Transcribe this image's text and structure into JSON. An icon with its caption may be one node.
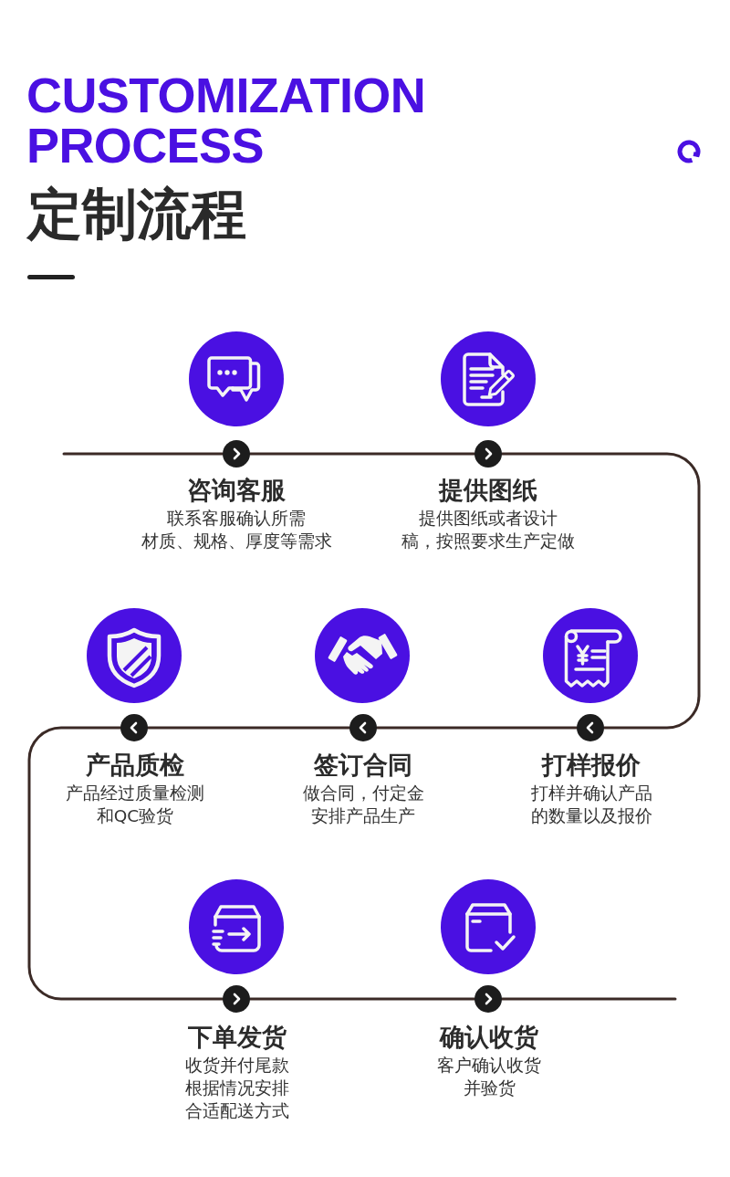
{
  "diagram": {
    "title": "CUSTOMIZATION PROCESS",
    "nodes": [
      {
        "text": [],
        "shape": "circle"
      },
      {
        "text": [
          "咨询客服",
          "联系客服确认所需材质、规格、厚度等需求"
        ]
      },
      {
        "text": [],
        "shape": "circle"
      },
      {
        "text": [
          "提供图纸",
          "提供图纸或者设计稿，按照要求生产定做"
        ]
      },
      {
        "text": [],
        "shape": "circle"
      },
      {
        "text": [
          "打样报价",
          "打样并确认产品的数量以及报价"
        ]
      },
      {
        "text": [],
        "shape": "circle"
      },
      {
        "text": [
          "签订合同",
          "做合同，付定金安排产品生产"
        ]
      },
      {
        "text": [],
        "shape": "circle"
      },
      {
        "text": [
          "产品质检",
          "产品经过质量检测和QC验货"
        ]
      },
      {
        "text": [],
        "shape": "circle"
      },
      {
        "text": [
          "下单发货",
          "收货并付尾款根据情况安排合适配送方式"
        ]
      },
      {
        "text": [],
        "shape": "circle"
      },
      {
        "text": [
          "确认收货",
          "客户确认收货并验货"
        ]
      }
    ],
    "edges": [
      {
        "from": null,
        "to": 0,
        "arrow": "none"
      },
      {
        "from": 0,
        "to": 2,
        "arrow": "none"
      },
      {
        "from": 2,
        "to": 4,
        "arrow": "none"
      },
      {
        "from": 4,
        "to": 6,
        "arrow": "none"
      },
      {
        "from": 6,
        "to": 8,
        "arrow": "none"
      },
      {
        "from": 8,
        "to": 10,
        "arrow": "none"
      },
      {
        "from": 10,
        "to": 12,
        "arrow": "none"
      },
      {
        "from": 12,
        "to": null,
        "arrow": "none"
      }
    ],
    "labels": [
      "定制流程"
    ]
  }
}
